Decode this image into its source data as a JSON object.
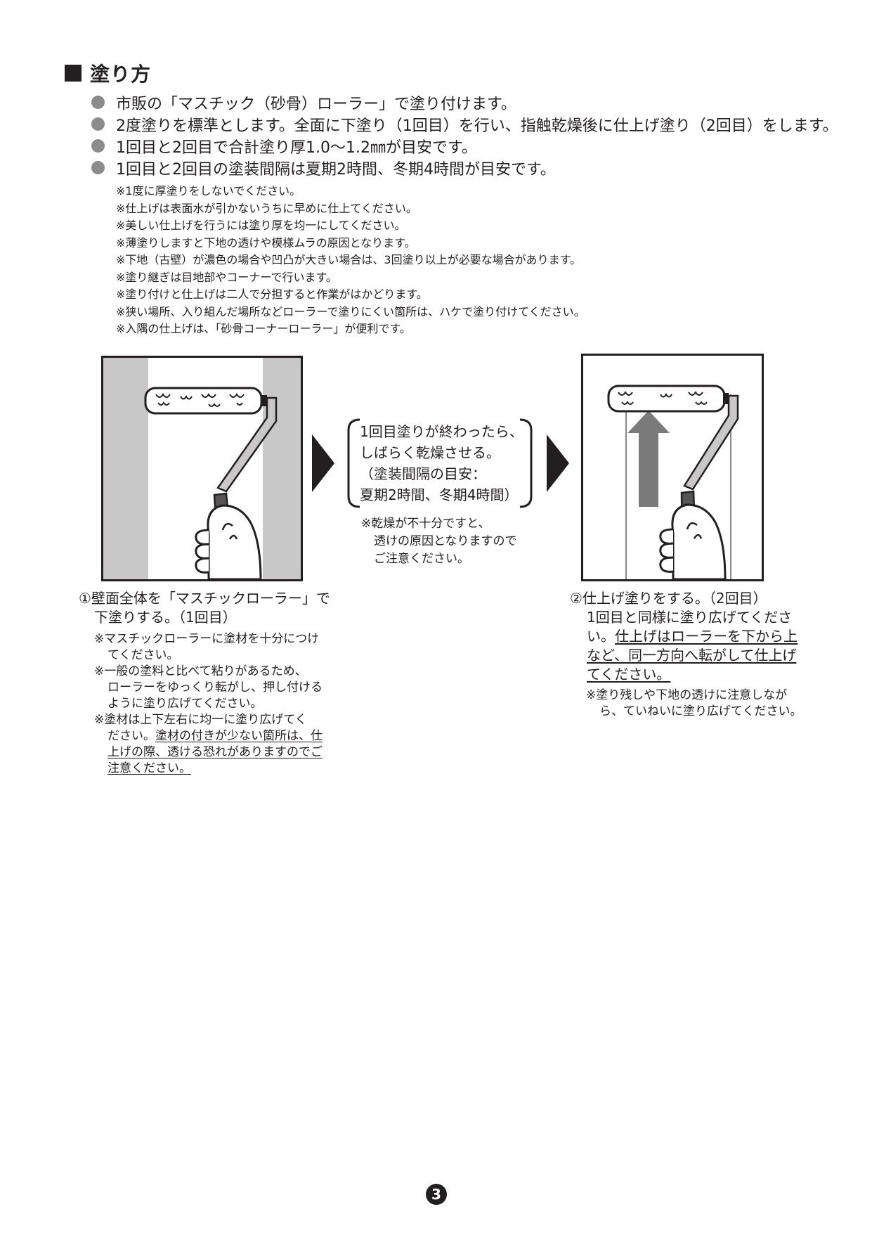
{
  "heading": "塗り方",
  "bullets": [
    "市販の「マスチック（砂骨）ローラー」で塗り付けます。",
    "2度塗りを標準とします。全面に下塗り（1回目）を行い、指触乾燥後に仕上げ塗り（2回目）をします。",
    "1回目と2回目で合計塗り厚1.0〜1.2㎜が目安です。",
    "1回目と2回目の塗装間隔は夏期2時間、冬期4時間が目安です。"
  ],
  "notes": [
    "※1度に厚塗りをしないでください。",
    "※仕上げは表面水が引かないうちに早めに仕上てください。",
    "※美しい仕上げを行うには塗り厚を均一にしてください。",
    "※薄塗りしますと下地の透けや模様ムラの原因となります。",
    "※下地（古壁）が濃色の場合や凹凸が大きい場合は、3回塗り以上が必要な場合があります。",
    "※塗り継ぎは目地部やコーナーで行います。",
    "※塗り付けと仕上げは二人で分担すると作業がはかどります。",
    "※狭い場所、入り組んだ場所などローラーで塗りにくい箇所は、ハケで塗り付けてください。",
    "※入隅の仕上げは、「砂骨コーナーローラー」が便利です。"
  ],
  "middle": {
    "box_lines": [
      "1回目塗りが終わったら、",
      "しばらく乾燥させる。",
      "（塗装間隔の目安：",
      "夏期2時間、冬期4時間）"
    ],
    "note_lines": [
      "※乾燥が不十分ですと、",
      "透けの原因となりますので",
      "ご注意ください。"
    ]
  },
  "step1": {
    "main_lines": [
      "①壁面全体を「マスチックローラー」で",
      "下塗りする。（1回目）"
    ],
    "notes": {
      "a1": "※マスチックローラーに塗材を十分につけ",
      "a2": "てください。",
      "b1": "※一般の塗料と比べて粘りがあるため、",
      "b2": "ローラーをゆっくり転がし、押し付ける",
      "b3": "ように塗り広げてください。",
      "c1": "※塗材は上下左右に均一に塗り広げてく",
      "c2a": "ださい。",
      "c2b": "塗材の付きが少ない箇所は、仕",
      "c3": "上げの際、透ける恐れがありますのでご",
      "c4": "注意ください。"
    }
  },
  "step2": {
    "l1": "②仕上げ塗りをする。（2回目）",
    "l2": "1回目と同様に塗り広げてくださ",
    "l3a": "い。",
    "l3b": "仕上げはローラーを下から上",
    "l4": "など、同一方向へ転がして仕上げ",
    "l5": "てください。",
    "note1": "※塗り残しや下地の透けに注意しなが",
    "note2": "ら、ていねいに塗り広げてください。"
  },
  "page_number": "3",
  "colors": {
    "text": "#231f20",
    "bullet": "#8c8c8c",
    "wall_gray": "#c8c8c8",
    "arrow_gray": "#7a7a7a"
  }
}
